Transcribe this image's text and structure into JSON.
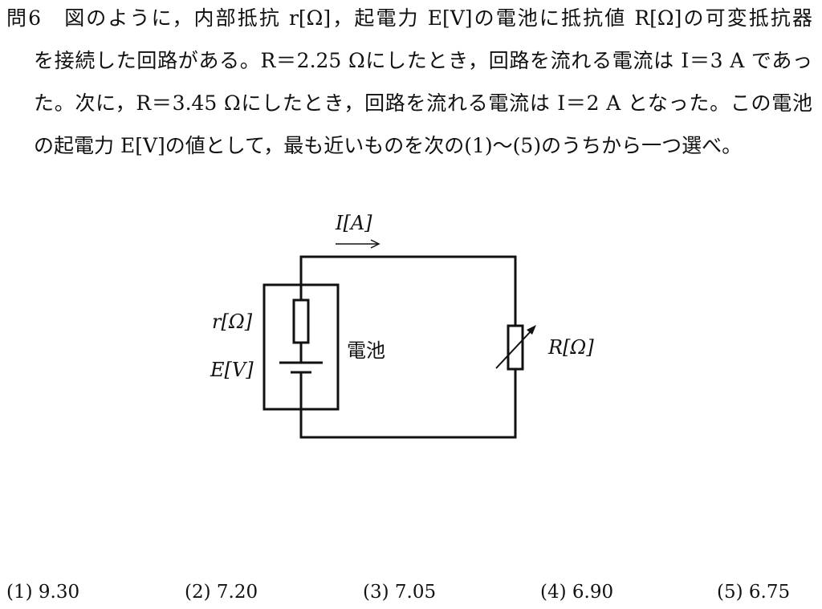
{
  "question": {
    "line1": "問6　図のように，内部抵抗 r[Ω]，起電力 E[V]の電池に抵抗値 R[Ω]の可変抵抗器",
    "line2": "を接続した回路がある。R＝2.25 Ωにしたとき，回路を流れる電流は I＝3 A であっ",
    "line3": "た。次に，R＝3.45 Ωにしたとき，回路を流れる電流は I＝2 A となった。この電池",
    "line4": "の起電力 E[V]の値として，最も近いものを次の(1)～(5)のうちから一つ選べ。"
  },
  "circuit": {
    "current_label": "I[A]",
    "internal_resistance_label": "r[Ω]",
    "emf_label": "E[V]",
    "battery_label": "電池",
    "variable_resistor_label": "R[Ω]"
  },
  "choices": [
    {
      "num": "(1)",
      "value": "9.30"
    },
    {
      "num": "(2)",
      "value": "7.20"
    },
    {
      "num": "(3)",
      "value": "7.05"
    },
    {
      "num": "(4)",
      "value": "6.90"
    },
    {
      "num": "(5)",
      "value": "6.75"
    }
  ]
}
